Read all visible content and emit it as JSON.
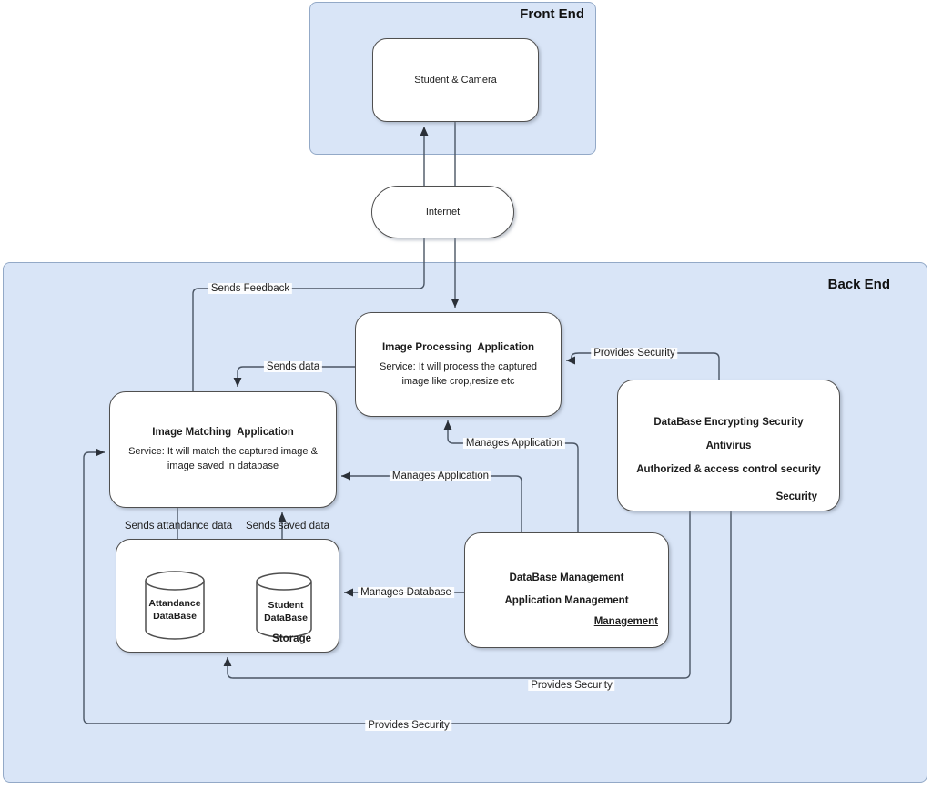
{
  "containers": {
    "front_end": {
      "label": "Front End"
    },
    "back_end": {
      "label": "Back End"
    }
  },
  "nodes": {
    "student_camera": {
      "label": "Student & Camera"
    },
    "internet": {
      "label": "Internet"
    },
    "image_processing": {
      "title": "Image Processing  Application",
      "service": "Service: It will process the captured image like crop,resize etc"
    },
    "image_matching": {
      "title": "Image Matching  Application",
      "service": "Service: It will match the captured image & image saved in database"
    },
    "security": {
      "line1": "DataBase Encrypting Security",
      "line2": "Antivirus",
      "line3": "Authorized & access control security",
      "tag": "Security"
    },
    "management": {
      "line1": "DataBase Management",
      "line2": "Application Management",
      "tag": "Management"
    },
    "storage": {
      "attendance_db": "Attandance DataBase",
      "student_db": "Student DataBase",
      "tag": "Storage"
    }
  },
  "edge_labels": {
    "sends_feedback": "Sends Feedback",
    "sends_data": "Sends data",
    "provides_security_app": "Provides Security",
    "manages_application_processing": "Manages Application",
    "manages_application_matching": "Manages Application",
    "manages_database": "Manages Database",
    "sends_attendance_data": "Sends attandance data",
    "sends_saved_data": "Sends saved data",
    "provides_security_storage": "Provides Security",
    "provides_security_matching": "Provides Security"
  },
  "colors": {
    "container_fill": "#d9e5f7",
    "container_stroke": "#93a9c7",
    "node_fill": "#ffffff",
    "node_stroke": "#4f4f4f",
    "edge_line": "#4a5564",
    "text": "#1c1c1c"
  }
}
